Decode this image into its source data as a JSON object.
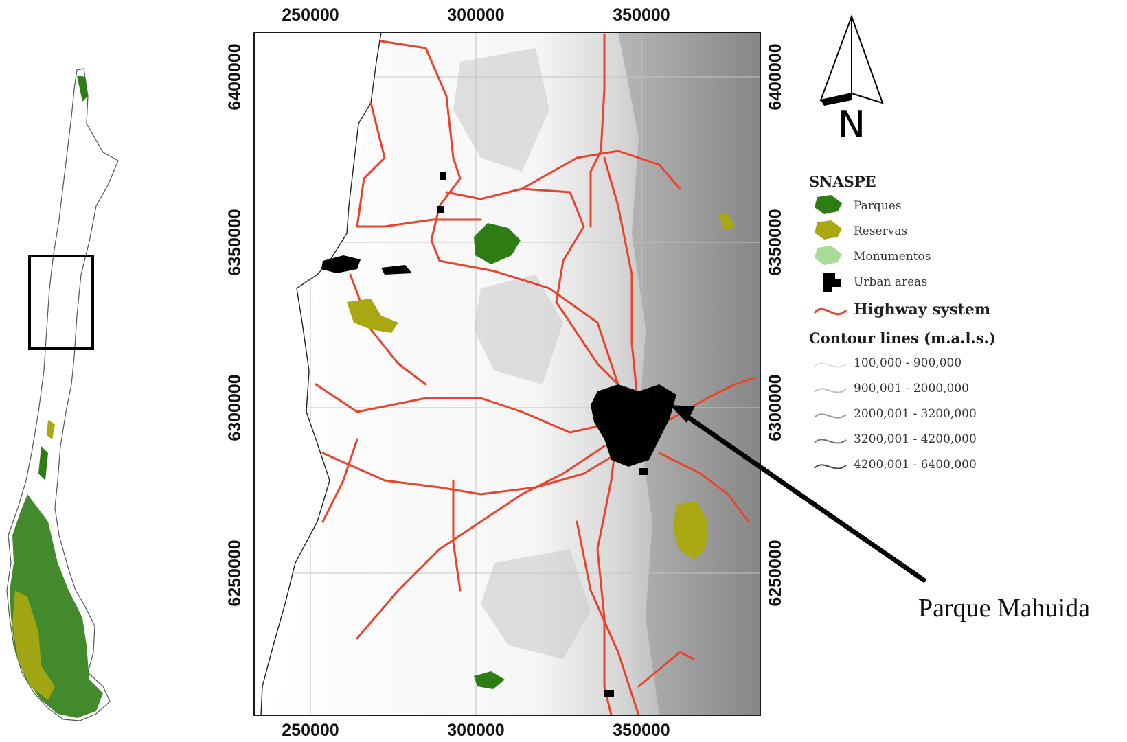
{
  "map": {
    "x_axis": {
      "ticks": [
        "250000",
        "300000",
        "350000"
      ]
    },
    "y_axis": {
      "ticks": [
        "6400000",
        "6350000",
        "6300000",
        "6250000"
      ]
    },
    "north_arrow": {
      "letter": "N",
      "icon": "north-arrow-icon"
    },
    "callout": {
      "label": "Parque Mahuida"
    },
    "legend": {
      "snaspe_title": "SNASPE",
      "snaspe_items": [
        {
          "label": "Parques",
          "color": "#2e7d14"
        },
        {
          "label": "Reservas",
          "color": "#a9a812"
        },
        {
          "label": "Monumentos",
          "color": "#a8dc98"
        },
        {
          "label": "Urban areas",
          "color": "#000000"
        }
      ],
      "highway": {
        "label": "Highway system",
        "color": "#e8432c"
      },
      "contour_title": "Contour lines (m.a.l.s.)",
      "contour_items": [
        {
          "label": "100,000 - 900,000",
          "color": "#dedede"
        },
        {
          "label": "900,001 - 2000,000",
          "color": "#bdbdbd"
        },
        {
          "label": "2000,001 - 3200,000",
          "color": "#999999"
        },
        {
          "label": "3200,001 - 4200,000",
          "color": "#707070"
        },
        {
          "label": "4200,001 - 6400,000",
          "color": "#444444"
        }
      ]
    },
    "colors": {
      "highway": "#e8432c",
      "park": "#2e7d14",
      "reserve": "#a9a812",
      "urban": "#000000",
      "coast": "#222222"
    }
  }
}
